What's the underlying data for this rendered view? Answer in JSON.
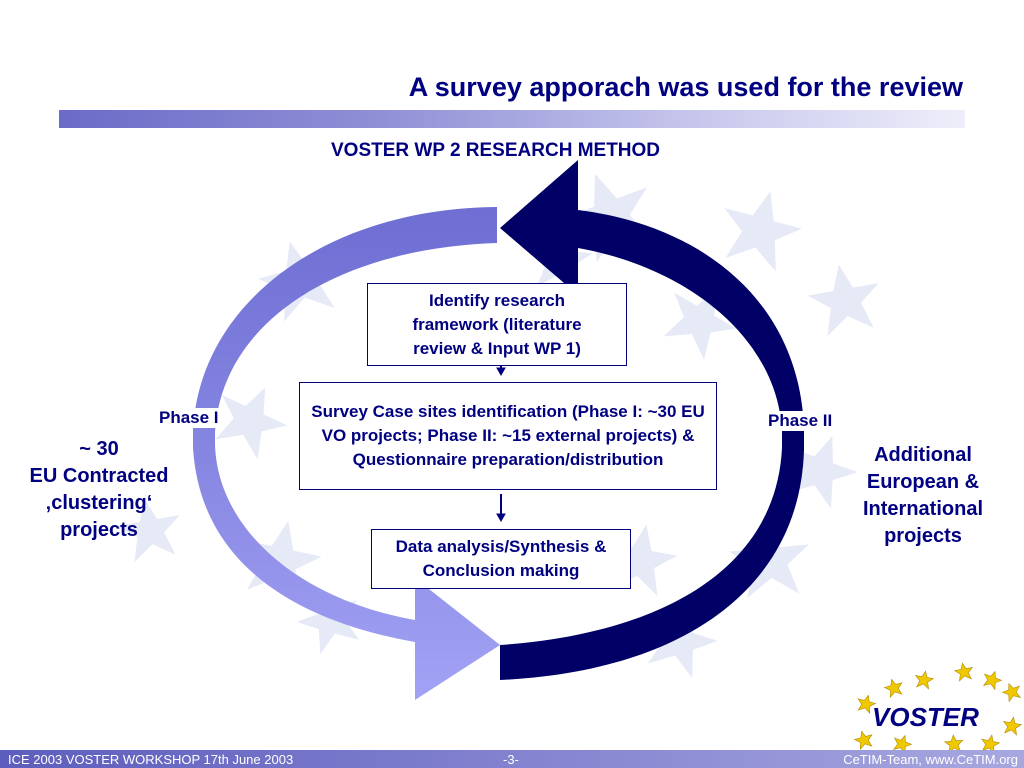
{
  "title": "A survey apporach was used for the review",
  "subtitle": "VOSTER WP 2 RESEARCH METHOD",
  "boxes": {
    "identify": "Identify research framework (literature review & Input WP 1)",
    "survey": "Survey Case sites identification    (Phase I: ~30 EU VO projects; Phase II: ~15 external projects) & Questionnaire preparation/distribution",
    "analysis": "Data analysis/Synthesis & Conclusion making"
  },
  "phases": {
    "one": "Phase I",
    "two": "Phase II"
  },
  "side_labels": {
    "left": "~ 30\nEU Contracted\n‚clustering‘\n projects",
    "right": "Additional\nEuropean &\nInternational\nprojects"
  },
  "footer": {
    "left": "ICE 2003 VOSTER WORKSHOP 17th June  2003",
    "center": "-3-",
    "right": "CeTIM-Team, www.CeTIM.org"
  },
  "logo": "VOSTER",
  "colors": {
    "navy": "#000080",
    "dark_arrow": "#000066",
    "light_arrow": "#7a7adb",
    "light_arrow_2": "#9c9cf0",
    "star_yellow": "#f0c800"
  }
}
